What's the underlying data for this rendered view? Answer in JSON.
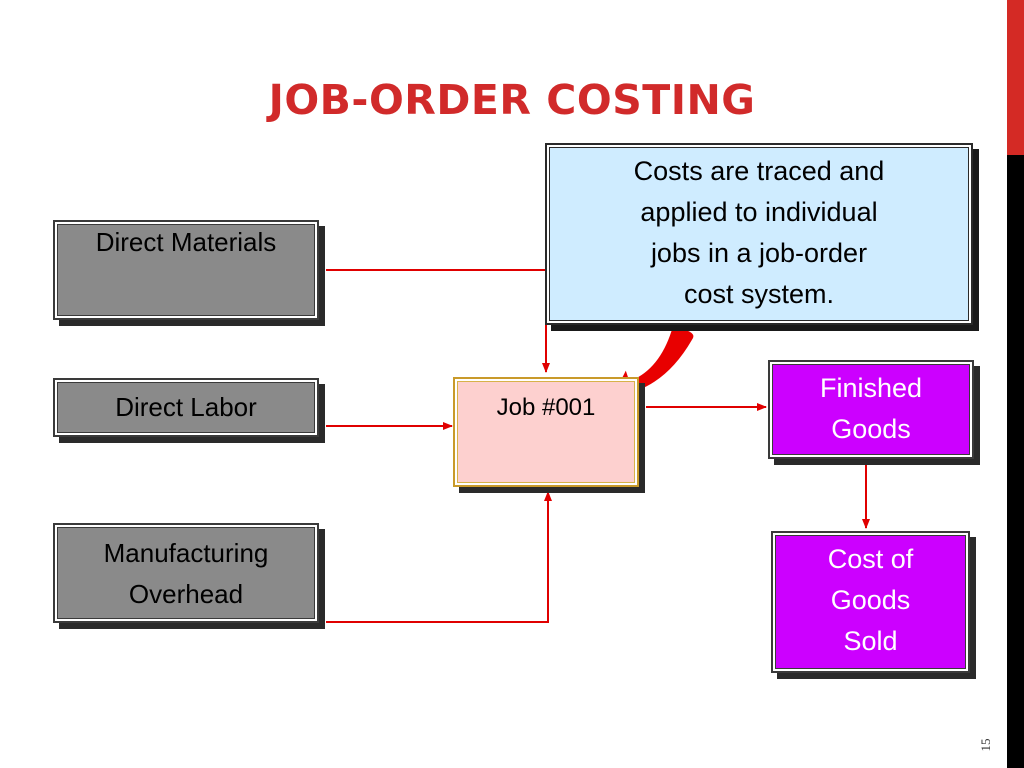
{
  "slide": {
    "title": "JOB-ORDER COSTING",
    "page_number": "15"
  },
  "boxes": {
    "direct_materials": "Direct Materials",
    "direct_labor": "Direct Labor",
    "manufacturing_overhead": "Manufacturing\nOverhead",
    "job": "Job #001",
    "finished_goods": "Finished\nGoods",
    "cost_of_goods_sold": "Cost of\nGoods\nSold"
  },
  "callout": {
    "text": "Costs are traced and\napplied to individual\njobs in a job-order\ncost system."
  },
  "colors": {
    "title": "#d12a2a",
    "connector": "#e00000",
    "gray_box": "#8a8a8a",
    "job_box": "#fdd0cf",
    "purple_box": "#cc00ff",
    "callout_box": "#cfecff"
  }
}
